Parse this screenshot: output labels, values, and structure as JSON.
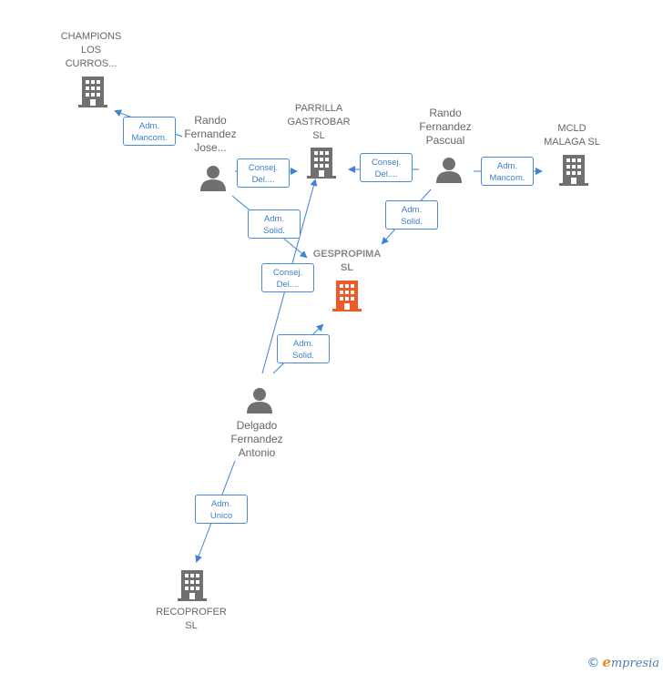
{
  "colors": {
    "edge": "#3f82d6",
    "company_icon": "#707070",
    "focus_icon": "#ef5a28",
    "person_icon": "#707070"
  },
  "nodes": [
    {
      "id": "champions",
      "kind": "company",
      "label": "CHAMPIONS\nLOS\nCURROS..."
    },
    {
      "id": "rando_jose",
      "kind": "person",
      "label": "Rando\nFernandez\nJose..."
    },
    {
      "id": "parrilla",
      "kind": "company",
      "label": "PARRILLA\nGASTROBAR\nSL"
    },
    {
      "id": "rando_pascual",
      "kind": "person",
      "label": "Rando\nFernandez\nPascual"
    },
    {
      "id": "mcld",
      "kind": "company",
      "label": "MCLD\nMALAGA  SL"
    },
    {
      "id": "gespropima",
      "kind": "focus",
      "label": "GESPROPIMA\nSL"
    },
    {
      "id": "delgado",
      "kind": "person",
      "label": "Delgado\nFernandez\nAntonio"
    },
    {
      "id": "recoprofer",
      "kind": "company",
      "label": "RECOPROFER\nSL"
    }
  ],
  "edges": [
    {
      "id": "e1",
      "label": "Adm.\nMancom."
    },
    {
      "id": "e2",
      "label": "Consej.\nDel...."
    },
    {
      "id": "e3",
      "label": "Adm.\nSolid."
    },
    {
      "id": "e4",
      "label": "Consej.\nDel...."
    },
    {
      "id": "e5",
      "label": "Adm.\nMancom."
    },
    {
      "id": "e6",
      "label": "Adm.\nSolid."
    },
    {
      "id": "e7",
      "label": "Consej.\nDel...."
    },
    {
      "id": "e8",
      "label": "Adm.\nSolid."
    },
    {
      "id": "e9",
      "label": "Adm.\nUnico"
    }
  ],
  "footer": {
    "copyright": "©",
    "brand_initial": "e",
    "brand_rest": "mpresia"
  }
}
